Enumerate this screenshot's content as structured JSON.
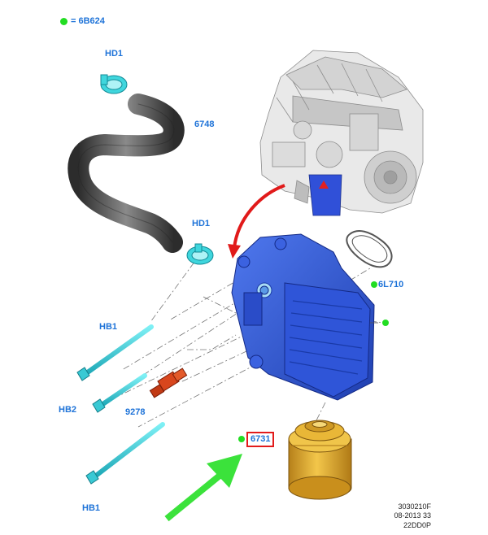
{
  "legend": {
    "text": "= 6B624",
    "dot_color": "#22dd22"
  },
  "labels": {
    "hd1_top": "HD1",
    "hose": "6748",
    "hd1_mid": "HD1",
    "gasket": "6L710",
    "hb1_top": "HB1",
    "hb2": "HB2",
    "sensor": "9278",
    "filter": "6731",
    "hb1_bottom": "HB1"
  },
  "figure_ref": {
    "line1": "3030210F",
    "line2": "08-2013 33",
    "line3": "22DD0P"
  },
  "colors": {
    "label_blue": "#1e73d8",
    "housing_blue": "#2d56d6",
    "bolt_cyan": "#2ec9d6",
    "filter_yellow": "#e3b02a",
    "hose_grey": "#4a4a4a",
    "arrow_red": "#e11a1a",
    "arrow_green": "#3be23b",
    "highlight_red": "#e21b1b"
  },
  "parts": [
    {
      "icon": "hose-clamp-icon",
      "ref": "HD1"
    },
    {
      "icon": "coolant-hose-icon",
      "ref": "6748"
    },
    {
      "icon": "engine-block-icon",
      "ref": ""
    },
    {
      "icon": "oil-cooler-housing-icon",
      "ref": ""
    },
    {
      "icon": "gasket-icon",
      "ref": "6L710"
    },
    {
      "icon": "bolt-icon",
      "ref": "HB1"
    },
    {
      "icon": "bolt-icon",
      "ref": "HB2"
    },
    {
      "icon": "sensor-icon",
      "ref": "9278"
    },
    {
      "icon": "oil-filter-icon",
      "ref": "6731"
    }
  ]
}
